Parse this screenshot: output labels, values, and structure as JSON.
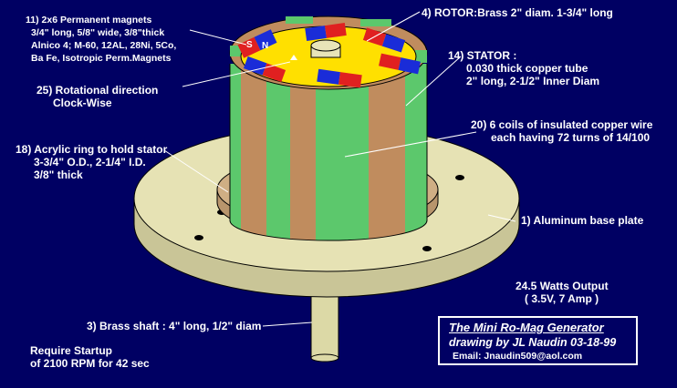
{
  "callouts": {
    "magnets": {
      "line1": "11) 2x6 Permanent magnets",
      "line2": "3/4\" long, 5/8\" wide, 3/8\"thick",
      "line3": "Alnico 4; M-60, 12AL, 28Ni, 5Co,",
      "line4": "Ba Fe, Isotropic Perm.Magnets"
    },
    "rotor": {
      "line1": "4) ROTOR:Brass 2\" diam. 1-3/4\" long"
    },
    "stator": {
      "line1": "14) STATOR :",
      "line2": "0.030 thick copper tube",
      "line3": "2\" long, 2-1/2\" Inner Diam"
    },
    "rotation": {
      "line1": "25) Rotational direction",
      "line2": "Clock-Wise"
    },
    "coils": {
      "line1": "20) 6 coils of insulated  copper wire",
      "line2": "each having 72 turns of 14/100"
    },
    "ring": {
      "line1": "18)  Acrylic ring to hold stator",
      "line2": "3-3/4\" O.D., 2-1/4\" I.D.",
      "line3": "3/8\" thick"
    },
    "base": {
      "line1": "1) Aluminum base plate"
    },
    "shaft": {
      "line1": "3) Brass shaft : 4\" long, 1/2\" diam"
    }
  },
  "output": {
    "line1": "24.5 Watts Output",
    "line2": "( 3.5V, 7 Amp )"
  },
  "startup": {
    "line1": "Require Startup",
    "line2": "of 2100 RPM for 42 sec"
  },
  "title_box": {
    "title": "The Mini Ro-Mag Generator",
    "credit": "drawing by JL Naudin 03-18-99",
    "email": "Email: Jnaudin509@aol.com"
  },
  "magnet_letters": {
    "south": "S",
    "north": "N"
  },
  "colors": {
    "background": "#000063",
    "base_plate": "#e6e2b4",
    "acrylic_ring": "#cfae84",
    "copper_stripe": "#c08c5e",
    "coil_stripe": "#5cc86c",
    "rotor_top": "#ffe000",
    "magnet_red": "#e02020",
    "magnet_blue": "#1a2cd8",
    "shaft": "#dcd9a6"
  }
}
